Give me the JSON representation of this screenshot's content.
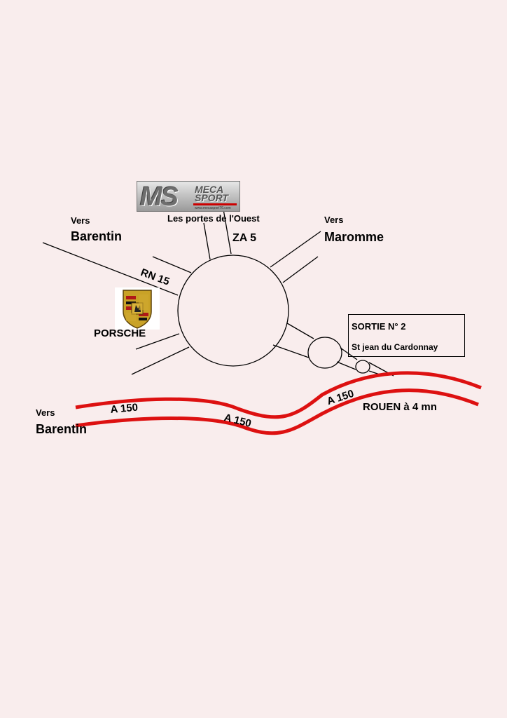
{
  "logo": {
    "initials": "MS",
    "word1": "MECA",
    "word2": "SPORT",
    "url": "www.mecasport76.com"
  },
  "labels": {
    "vers_barentin_top_small": "Vers",
    "vers_barentin_top_big": "Barentin",
    "les_portes": "Les portes de l'Ouest",
    "za5": "ZA  5",
    "vers_maromme_small": "Vers",
    "vers_maromme_big": "Maromme",
    "rn15": "RN 15",
    "porsche": "PORSCHE",
    "vers_barentin_bottom_small": "Vers",
    "vers_barentin_bottom_big": "Barentin",
    "a150_left": "A 150",
    "a150_mid": "A 150",
    "a150_right": "A 150",
    "rouen": "ROUEN à 4 mn"
  },
  "exit": {
    "line1": "SORTIE N° 2",
    "line2": "St jean du Cardonnay"
  },
  "colors": {
    "background": "#f9eded",
    "motorway": "#dd1111",
    "road": "#000000",
    "crest_gold": "#c9a227",
    "crest_red": "#b01818"
  }
}
